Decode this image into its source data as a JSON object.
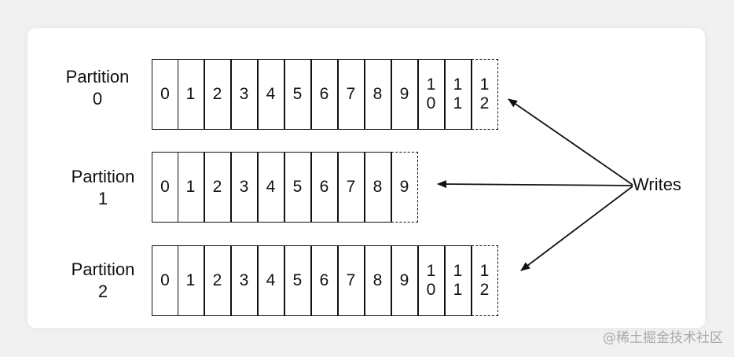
{
  "partitions": [
    {
      "label_line1": "Partition",
      "label_line2": "0",
      "cells": [
        "0",
        "1",
        "2",
        "3",
        "4",
        "5",
        "6",
        "7",
        "8",
        "9",
        "10",
        "11"
      ],
      "next": "12"
    },
    {
      "label_line1": "Partition",
      "label_line2": "1",
      "cells": [
        "0",
        "1",
        "2",
        "3",
        "4",
        "5",
        "6",
        "7",
        "8"
      ],
      "next": "9"
    },
    {
      "label_line1": "Partition",
      "label_line2": "2",
      "cells": [
        "0",
        "1",
        "2",
        "3",
        "4",
        "5",
        "6",
        "7",
        "8",
        "9",
        "10",
        "11"
      ],
      "next": "12"
    }
  ],
  "writes_label": "Writes",
  "watermark": "@稀土掘金技术社区"
}
